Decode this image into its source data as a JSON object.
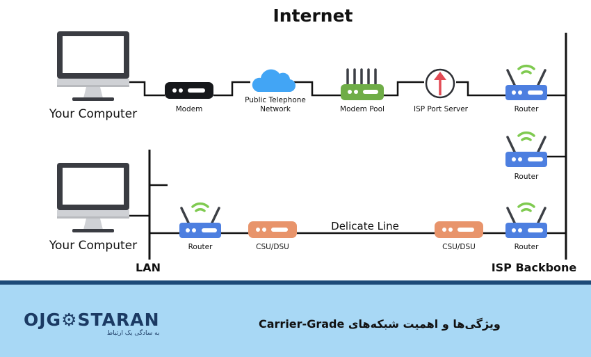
{
  "diagram": {
    "title": "Internet",
    "top_row": {
      "computer_label": "Your Computer",
      "modem": "Modem",
      "network_line1": "Public Telephone",
      "network_line2": "Network",
      "modem_pool": "Modem Pool",
      "isp_port_server": "ISP Port Server",
      "router": "Router"
    },
    "middle_router": "Router",
    "bottom_row": {
      "computer_label": "Your Computer",
      "router_left": "Router",
      "csu_left": "CSU/DSU",
      "line_label": "Delicate Line",
      "csu_right": "CSU/DSU",
      "router_right": "Router"
    },
    "lan_label": "LAN",
    "backbone_label": "ISP Backbone"
  },
  "colors": {
    "router_blue": "#4d7fe0",
    "wifi_green": "#7fca50",
    "modem_pool_green": "#6fad47",
    "csu_orange": "#e8946b",
    "cloud_blue": "#42a5f5",
    "arrow_red": "#e24b55",
    "footer_bg": "#a8d8f5",
    "footer_bar": "#1c4a78"
  },
  "footer": {
    "logo_part1": "OJG",
    "logo_part2": "STARAN",
    "logo_tagline": "به سادگی یک ارتباط",
    "caption": "ویژگی‌ها و اهمیت شبکه‌های Carrier-Grade",
    "gear_icon": "gear-icon"
  }
}
